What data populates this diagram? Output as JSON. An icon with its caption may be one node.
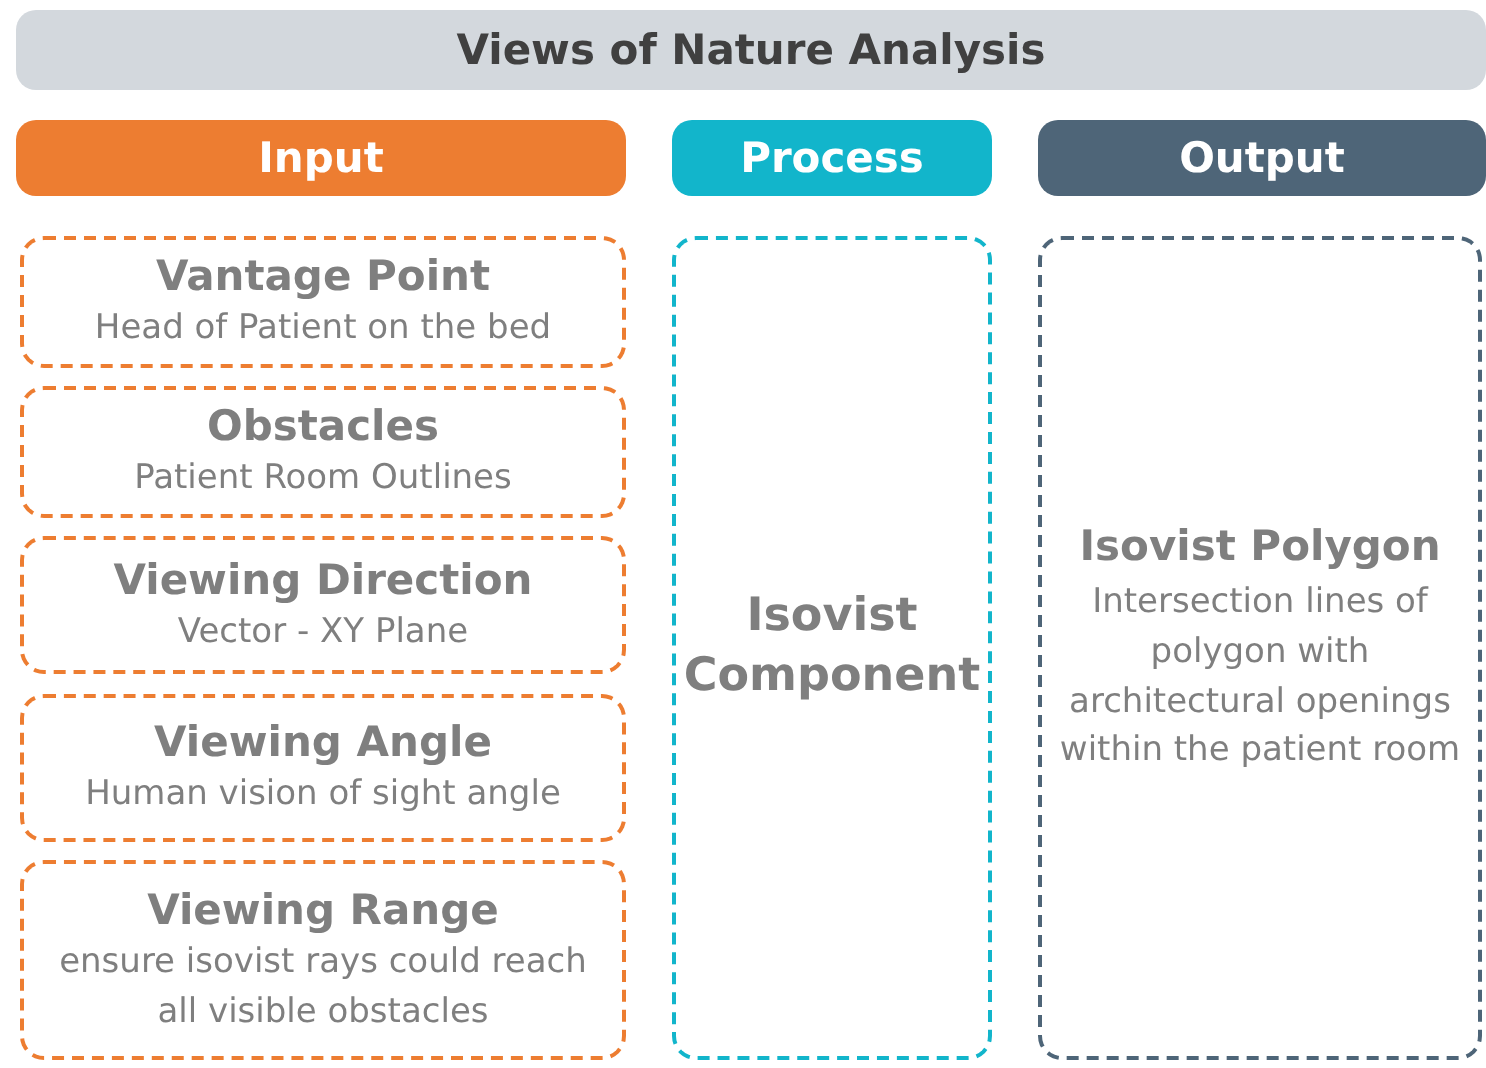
{
  "diagram": {
    "title": "Views of Nature Analysis",
    "nodes": [
      {
        "text": [
          "Input"
        ]
      },
      {
        "text": [
          "Process"
        ]
      },
      {
        "text": [
          "Output"
        ]
      },
      {
        "text": [
          "Vantage Point",
          "Head of Patient on the bed"
        ]
      },
      {
        "text": [
          "Obstacles",
          "Patient Room Outlines"
        ]
      },
      {
        "text": [
          "Viewing Direction",
          "Vector - XY Plane"
        ]
      },
      {
        "text": [
          "Viewing Angle",
          "Human vision of sight angle"
        ]
      },
      {
        "text": [
          "Viewing Range",
          "ensure isovist rays could reach all visible obstacles"
        ]
      },
      {
        "text": [
          "Isovist Component"
        ]
      },
      {
        "text": [
          "Isovist Polygon",
          "Intersection lines of polygon with architectural openings within the patient room"
        ]
      }
    ],
    "edges": []
  }
}
